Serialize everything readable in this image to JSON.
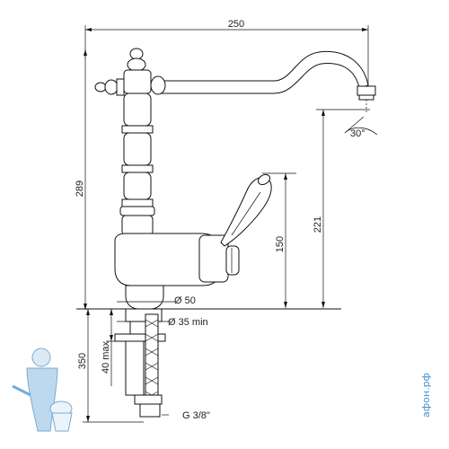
{
  "dimensions": {
    "width_top": "250",
    "height_total": "289",
    "height_spout": "221",
    "height_lever": "150",
    "base_diameter": "Ø 50",
    "hole_diameter": "Ø 35 min",
    "hose_length": "350",
    "max_thickness": "40 max",
    "thread": "G 3/8\"",
    "angle": "30°"
  },
  "watermark": {
    "site": "афон.рф"
  },
  "colors": {
    "line": "#111111",
    "logo": "#4a90c8"
  }
}
